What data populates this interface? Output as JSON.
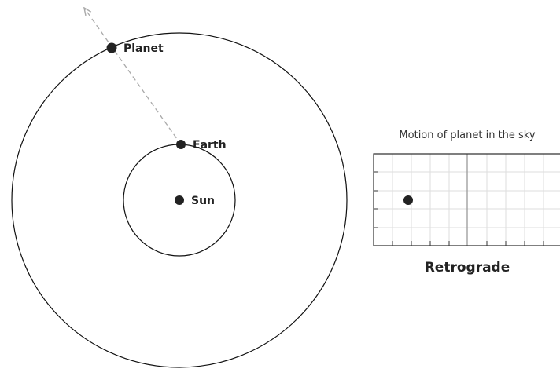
{
  "bodies": {
    "planet": "Planet",
    "earth": "Earth",
    "sun": "Sun"
  },
  "sky_panel": {
    "title": "Motion of planet in the sky",
    "caption": "Retrograde"
  },
  "colors": {
    "orbit": "#111111",
    "dot": "#222222",
    "sightline": "#aaaaaa",
    "grid": "#dddddd",
    "grid_center": "#999999",
    "frame": "#333333"
  }
}
